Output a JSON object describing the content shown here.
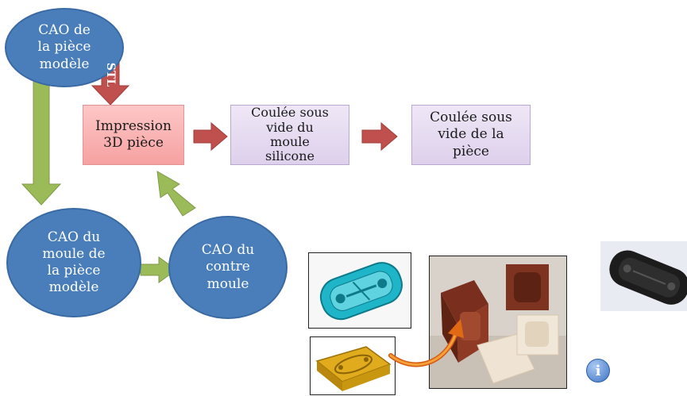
{
  "nodes": {
    "cao_piece": "CAO de\nla pièce\nmodèle",
    "stl": "STL",
    "impression": "Impression\n3D pièce",
    "coulee_moule": "Coulée sous\nvide du\nmoule\nsilicone",
    "coulee_piece": "Coulée sous\nvide de la\npièce",
    "cao_moule": "CAO du\nmoule de\nla pièce\nmodèle",
    "cao_contre": "CAO du\ncontre\nmoule"
  },
  "colors": {
    "ellipse_blue": "#4a7ebb",
    "arrow_green": "#9bbb59",
    "arrow_red": "#c0504d",
    "box_pink": "#f8b4b4",
    "box_purple": "#e3d8f0"
  },
  "icons": [
    "info-icon"
  ]
}
